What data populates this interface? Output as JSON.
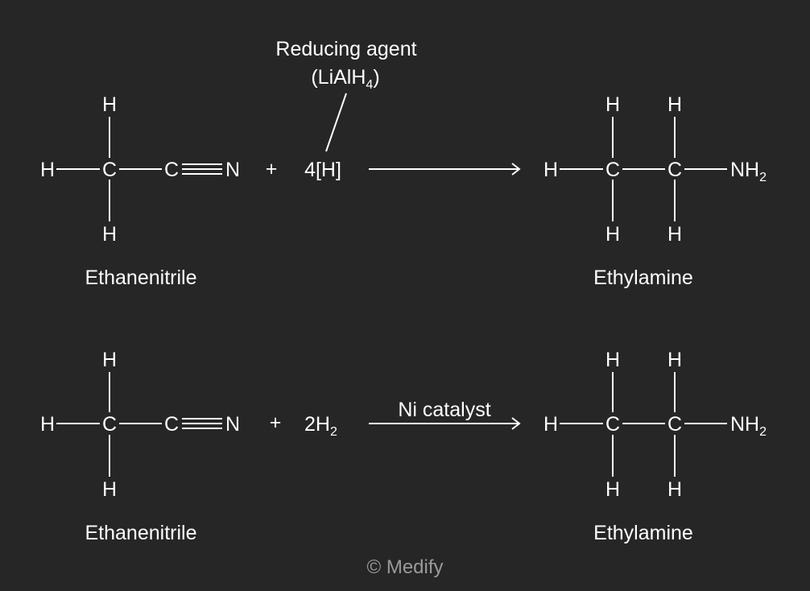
{
  "colors": {
    "background": "#262626",
    "foreground": "#ffffff",
    "watermark": "#9a9a9a"
  },
  "atoms": {
    "H": "H",
    "C": "C",
    "N": "N",
    "NH": "NH",
    "sub2": "2"
  },
  "reaction1": {
    "reactant_name": "Ethanenitrile",
    "plus": "+",
    "reagent": "4[H]",
    "agent_line1": "Reducing agent",
    "agent_open": "(LiAlH",
    "agent_sub": "4",
    "agent_close": ")",
    "product_name": "Ethylamine"
  },
  "reaction2": {
    "reactant_name": "Ethanenitrile",
    "plus": "+",
    "reagent_main": "2H",
    "reagent_sub": "2",
    "catalyst": "Ni catalyst",
    "product_name": "Ethylamine"
  },
  "footer": {
    "copyright": "© Medify"
  }
}
